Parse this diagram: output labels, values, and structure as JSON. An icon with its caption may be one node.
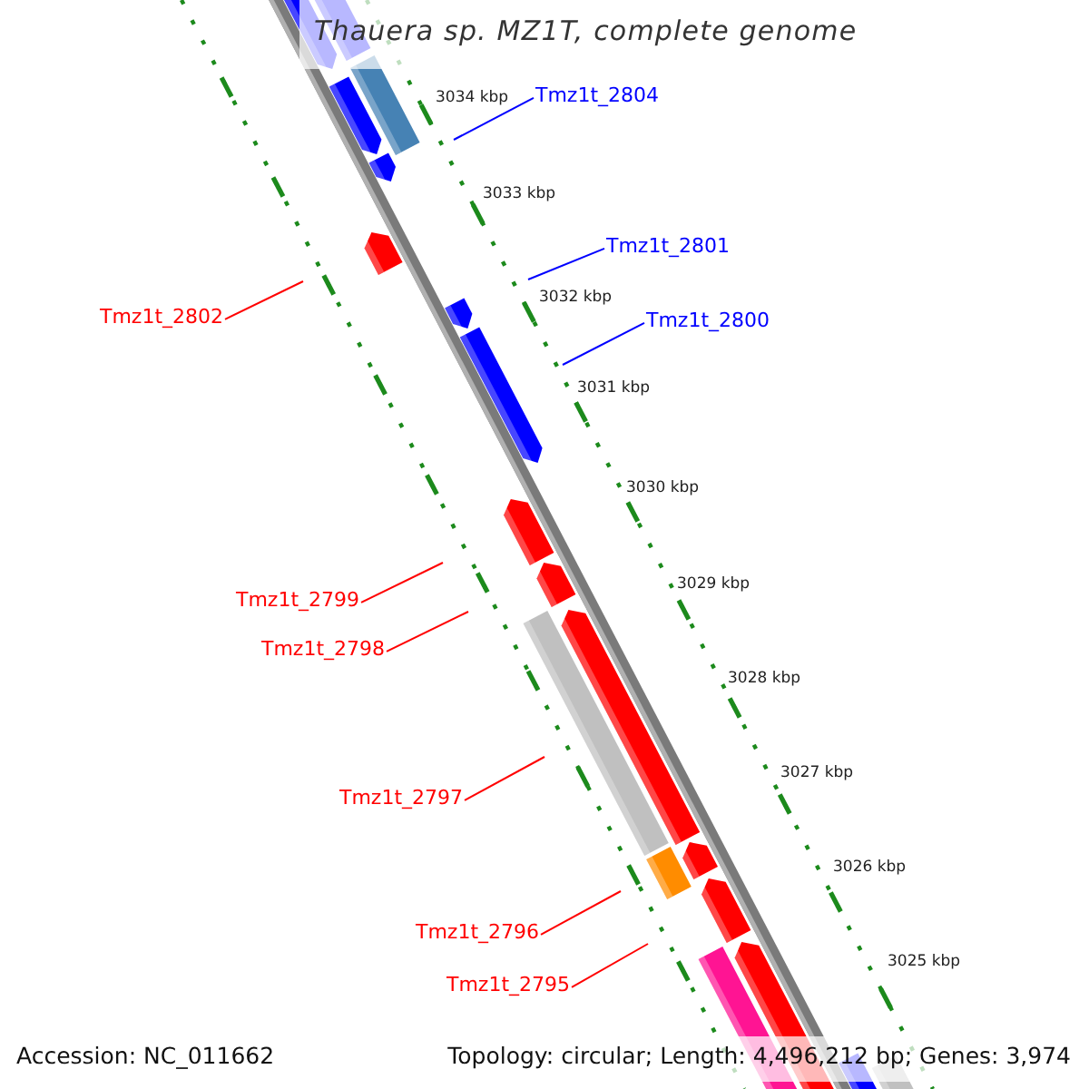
{
  "diagram": {
    "title": "Thauera sp. MZ1T, complete genome",
    "nodes": [
      {
        "text": [
          "Tmz1t_2804"
        ]
      },
      {
        "text": [
          "Tmz1t_2801"
        ]
      },
      {
        "text": [
          "Tmz1t_2802"
        ]
      },
      {
        "text": [
          "Tmz1t_2800"
        ]
      },
      {
        "text": [
          "Tmz1t_2799"
        ]
      },
      {
        "text": [
          "Tmz1t_2798"
        ]
      },
      {
        "text": [
          "Tmz1t_2797"
        ]
      },
      {
        "text": [
          "Tmz1t_2796"
        ]
      },
      {
        "text": [
          "Tmz1t_2795"
        ]
      }
    ],
    "edges": [
      {
        "from": 0,
        "to": null,
        "arrow": "none",
        "color": "#0000ff"
      },
      {
        "from": 1,
        "to": null,
        "arrow": "none",
        "color": "#0000ff"
      },
      {
        "from": 2,
        "to": null,
        "arrow": "none"
      },
      {
        "from": 3,
        "to": null,
        "arrow": "none",
        "color": "#0000ff"
      },
      {
        "from": 4,
        "to": null,
        "arrow": "none"
      },
      {
        "from": 5,
        "to": null,
        "arrow": "none"
      },
      {
        "from": 6,
        "to": null,
        "arrow": "none"
      },
      {
        "from": 7,
        "to": null,
        "arrow": "none"
      },
      {
        "from": 8,
        "to": null,
        "arrow": "none"
      }
    ],
    "labels": [
      "3034 kbp",
      "3033 kbp",
      "3032 kbp",
      "3031 kbp",
      "3030 kbp",
      "3029 kbp",
      "3028 kbp",
      "3027 kbp",
      "3026 kbp",
      "3025 kbp",
      "Accession: NC_011662",
      "Topology: circular; Length: 4,496,212 bp; Genes: 3,974"
    ]
  }
}
